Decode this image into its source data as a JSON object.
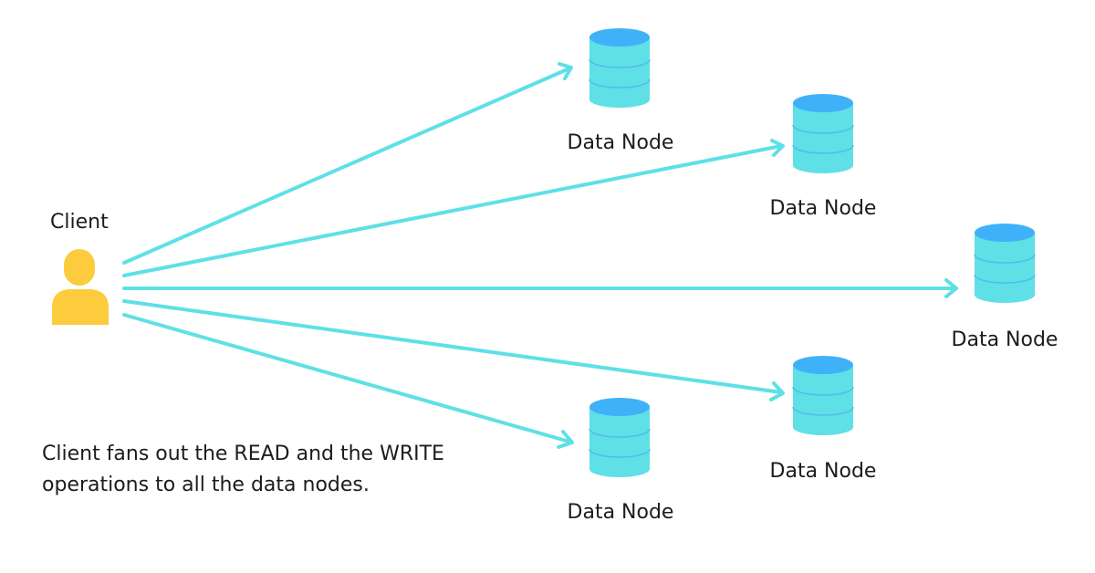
{
  "client": {
    "label": "Client"
  },
  "caption": {
    "line1": "Client fans out the READ and the WRITE",
    "line2": "operations to all the data nodes."
  },
  "nodes": [
    {
      "label": "Data Node"
    },
    {
      "label": "Data Node"
    },
    {
      "label": "Data Node"
    },
    {
      "label": "Data Node"
    },
    {
      "label": "Data Node"
    }
  ],
  "colors": {
    "arrow": "#5ee0e6",
    "db_body": "#5ee0e6",
    "db_top": "#3fb1f8",
    "db_band": "#55b9ee",
    "client_icon": "#fccb3e"
  },
  "icons": {
    "client": "user-icon",
    "node": "database-icon"
  }
}
